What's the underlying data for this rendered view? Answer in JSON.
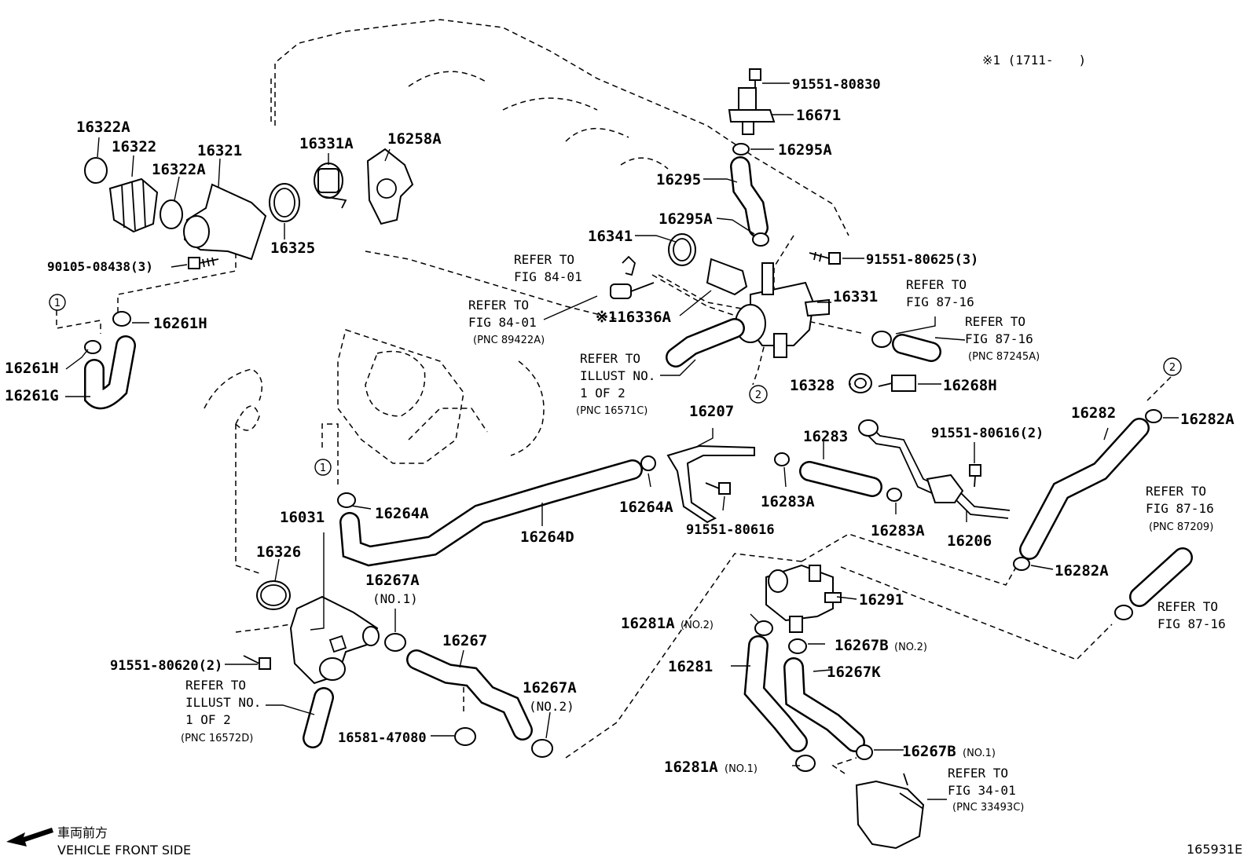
{
  "labels": {
    "p16322A_top": "16322A",
    "p16322": "16322",
    "p16322A_mid": "16322A",
    "p16321": "16321",
    "p16331A": "16331A",
    "p16258A": "16258A",
    "p16325": "16325",
    "p90105": "90105-08438(3)",
    "p16261H_right": "16261H",
    "p16261H_left": "16261H",
    "p16261G": "16261G",
    "p91551_80830": "91551-80830",
    "p16671": "16671",
    "p16295A_top": "16295A",
    "p16295": "16295",
    "p16295A_mid": "16295A",
    "p16341": "16341",
    "p91551_80625": "91551-80625(3)",
    "p16331": "16331",
    "p16336A": "※116336A",
    "p16328": "16328",
    "p16268H": "16268H",
    "p16207": "16207",
    "p16283": "16283",
    "p91551_80616_2": "91551-80616(2)",
    "p16282": "16282",
    "p16282A_top": "16282A",
    "p16264A_left": "16264A",
    "p16264A_right": "16264A",
    "p16264D": "16264D",
    "p91551_80616": "91551-80616",
    "p16283A_left": "16283A",
    "p16283A_right": "16283A",
    "p16206": "16206",
    "p16282A_bottom": "16282A",
    "p16031": "16031",
    "p16326": "16326",
    "p16267A_top": "16267A",
    "p16267A_top_no": "(NO.1)",
    "p16267": "16267",
    "p16267A_bot": "16267A",
    "p16267A_bot_no": "(NO.2)",
    "p16581": "16581-47080",
    "p91551_80620": "91551-80620(2)",
    "p16291": "16291",
    "p16281A_top": "16281A",
    "p16281A_top_no": "(NO.2)",
    "p16281": "16281",
    "p16267B_top": "16267B",
    "p16267B_top_no": "(NO.2)",
    "p16267K": "16267K",
    "p16281A_bot": "16281A",
    "p16281A_bot_no": "(NO.1)",
    "p16267B_bot": "16267B",
    "p16267B_bot_no": "(NO.1)"
  },
  "references": {
    "r_84_01_a": [
      "REFER TO",
      "FIG 84-01"
    ],
    "r_84_01_b": [
      "REFER TO",
      "FIG 84-01",
      "(PNC 89422A)"
    ],
    "r_87_16_a": [
      "REFER TO",
      "FIG 87-16"
    ],
    "r_87_16_b": [
      "REFER TO",
      "FIG 87-16",
      "(PNC 87245A)"
    ],
    "r_illust_16571C": [
      "REFER TO",
      "ILLUST NO.",
      "1 OF 2",
      "(PNC 16571C)"
    ],
    "r_87_16_c": [
      "REFER TO",
      "FIG 87-16",
      "(PNC 87209)"
    ],
    "r_87_16_d": [
      "REFER TO",
      "FIG 87-16"
    ],
    "r_illust_16572D": [
      "REFER TO",
      "ILLUST NO.",
      "1 OF 2",
      "(PNC 16572D)"
    ],
    "r_34_01": [
      "REFER TO",
      "FIG 34-01",
      "(PNC 33493C)"
    ]
  },
  "markers": {
    "m1_a": "1",
    "m1_b": "1",
    "m2_a": "2",
    "m2_b": "2"
  },
  "note_top_right": "※1 (1711-　　)",
  "footer": {
    "direction_jp": "車両前方",
    "direction_en": "VEHICLE FRONT SIDE",
    "figure_code": "165931E"
  }
}
